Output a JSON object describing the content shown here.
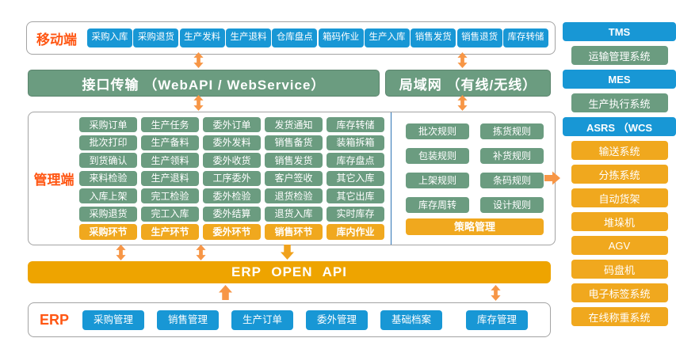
{
  "colors": {
    "blue": "#1897d5",
    "green": "#6b9c80",
    "gold": "#f0a81e",
    "amber_bar": "#eea400",
    "arrow_orange": "#f79646",
    "label_orange": "#ff5714",
    "divider_blue": "#2e75b6",
    "border_gray": "#a3a3a3"
  },
  "mobile": {
    "label": "移动端",
    "buttons": [
      "采购入库",
      "采购退货",
      "生产发料",
      "生产退料",
      "仓库盘点",
      "箱码作业",
      "生产入库",
      "销售发货",
      "销售退货",
      "库存转储"
    ]
  },
  "bars": {
    "api": "接口传输 （WebAPI / WebService）",
    "lan": "局域网 （有线/无线）"
  },
  "management": {
    "label": "管理端",
    "columns": [
      {
        "items": [
          "采购订单",
          "批次打印",
          "到货确认",
          "来料检验",
          "入库上架",
          "采购退货"
        ],
        "footer": "采购环节"
      },
      {
        "items": [
          "生产任务",
          "生产备料",
          "生产领料",
          "生产退料",
          "完工检验",
          "完工入库"
        ],
        "footer": "生产环节"
      },
      {
        "items": [
          "委外订单",
          "委外发料",
          "委外收货",
          "工序委外",
          "委外检验",
          "委外结算"
        ],
        "footer": "委外环节"
      },
      {
        "items": [
          "发货通知",
          "销售备货",
          "销售发货",
          "客户签收",
          "退货检验",
          "退货入库"
        ],
        "footer": "销售环节"
      },
      {
        "items": [
          "库存转储",
          "装箱拆箱",
          "库存盘点",
          "其它入库",
          "其它出库",
          "实时库存"
        ],
        "footer": "库内作业"
      }
    ],
    "rules": {
      "items": [
        "批次规则",
        "拣货规则",
        "包装规则",
        "补货规则",
        "上架规则",
        "条码规则",
        "库存周转",
        "设计规则"
      ],
      "footer": "策略管理"
    }
  },
  "erp_api": {
    "label": "ERP OPEN API"
  },
  "erp": {
    "label": "ERP",
    "buttons": [
      "采购管理",
      "销售管理",
      "生产订单",
      "委外管理",
      "基础档案",
      "库存管理"
    ]
  },
  "right_panel": {
    "items": [
      {
        "label": "TMS",
        "type": "blue"
      },
      {
        "label": "运输管理系统",
        "type": "green"
      },
      {
        "label": "MES",
        "type": "blue"
      },
      {
        "label": "生产执行系统",
        "type": "green"
      },
      {
        "label": "ASRS （WCS",
        "type": "blue"
      },
      {
        "label": "输送系统",
        "type": "gold"
      },
      {
        "label": "分拣系统",
        "type": "gold"
      },
      {
        "label": "自动货架",
        "type": "gold"
      },
      {
        "label": "堆垛机",
        "type": "gold"
      },
      {
        "label": "AGV",
        "type": "gold"
      },
      {
        "label": "码盘机",
        "type": "gold"
      },
      {
        "label": "电子标签系统",
        "type": "gold"
      },
      {
        "label": "在线称重系统",
        "type": "gold"
      }
    ]
  }
}
